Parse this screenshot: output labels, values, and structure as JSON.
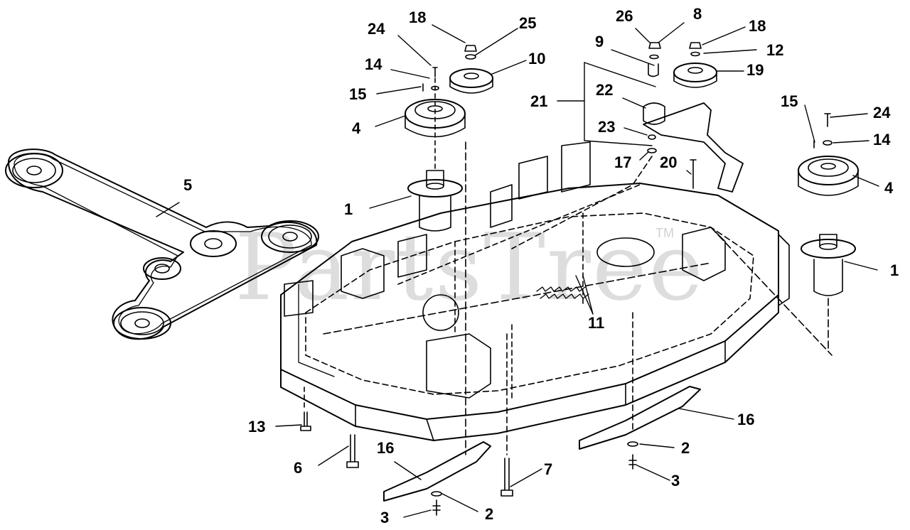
{
  "watermark": {
    "text": "PartsTree",
    "tm": "TM"
  },
  "callouts": [
    "18",
    "25",
    "24",
    "10",
    "14",
    "15",
    "4",
    "26",
    "8",
    "18",
    "9",
    "12",
    "19",
    "21",
    "22",
    "15",
    "24",
    "14",
    "23",
    "17",
    "20",
    "4",
    "5",
    "1",
    "1",
    "11",
    "13",
    "16",
    "2",
    "6",
    "16",
    "7",
    "3",
    "3",
    "2"
  ],
  "colors": {
    "line": "#000000",
    "fill": "#ffffff",
    "watermark": "#000000"
  }
}
